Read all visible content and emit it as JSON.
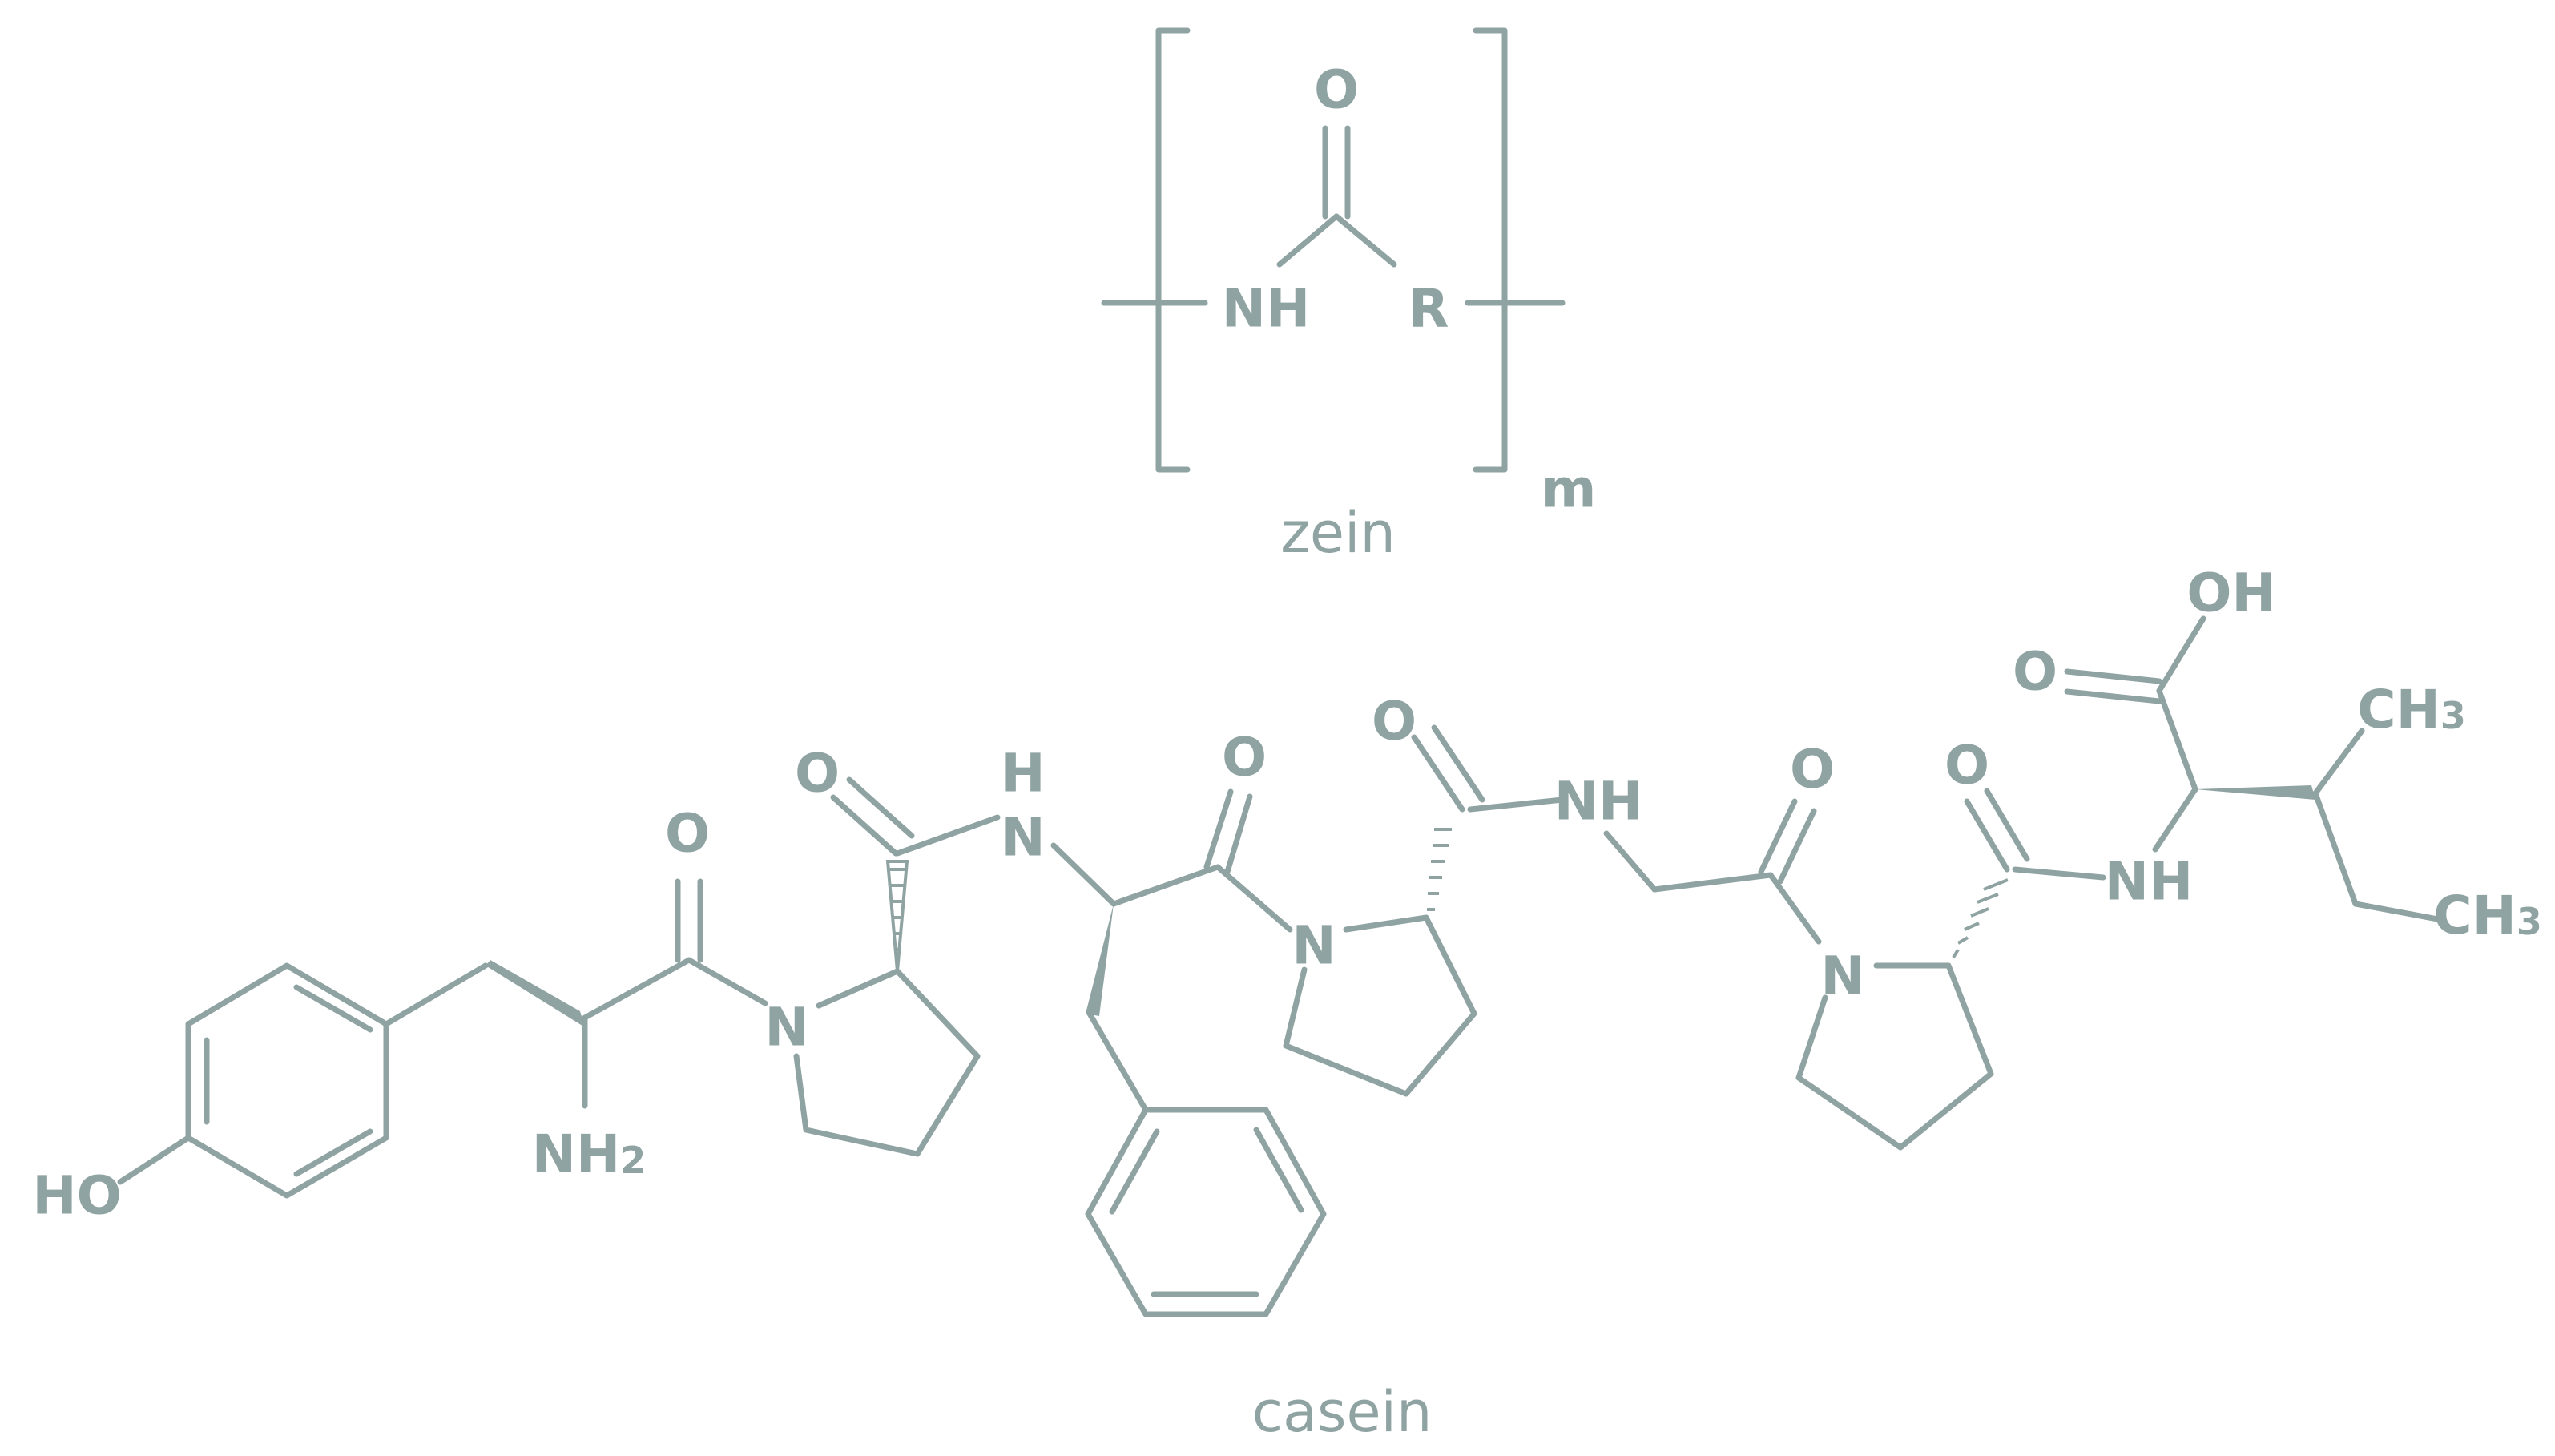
{
  "zein": {
    "caption": "zein",
    "repeat_subscript": "m",
    "labels": {
      "oxygen": "O",
      "nh": "NH",
      "r": "R"
    }
  },
  "casein": {
    "caption": "casein",
    "labels": {
      "ho": "HO",
      "nh2_main": "NH",
      "nh2_sub": "2",
      "o1": "O",
      "n1": "N",
      "o2": "O",
      "h_top": "H",
      "n_amide1": "N",
      "o3": "O",
      "n2": "N",
      "o4": "O",
      "nh2": "NH",
      "o5": "O",
      "n3": "N",
      "o6": "O",
      "nh3": "NH",
      "o_acid": "O",
      "oh": "OH",
      "ch3_1_main": "CH",
      "ch3_1_sub": "3",
      "ch3_2_main": "CH",
      "ch3_2_sub": "3"
    }
  }
}
